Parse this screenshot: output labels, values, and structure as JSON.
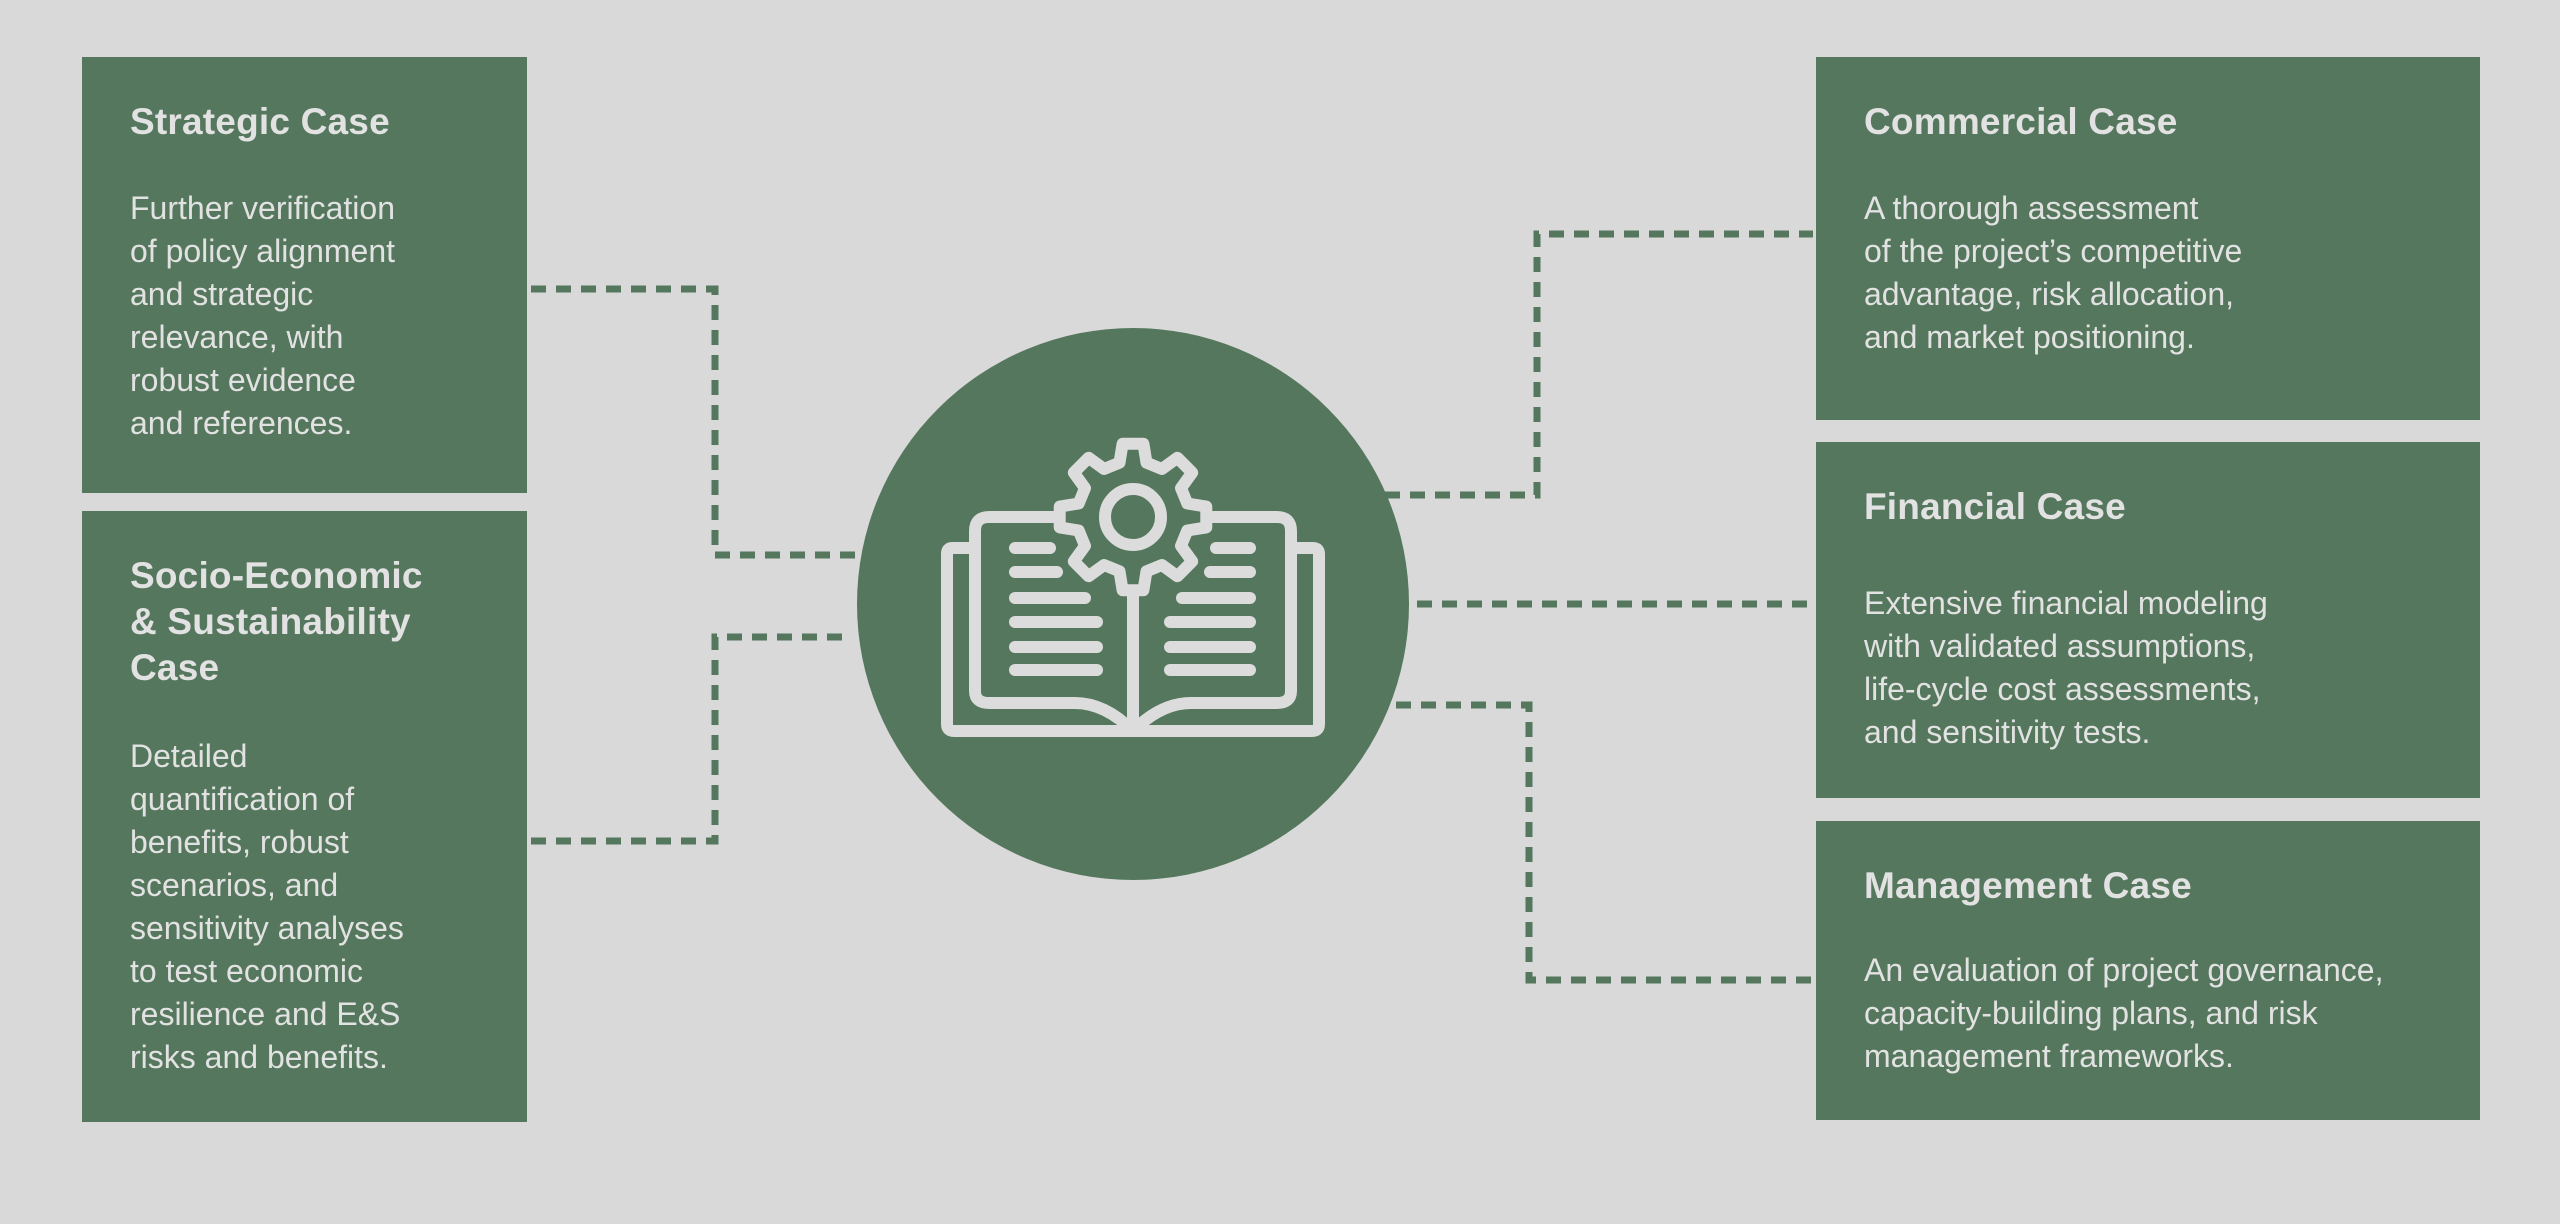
{
  "colors": {
    "background": "#d9d9d9",
    "accent": "#54775d",
    "text": "#e2e2e2"
  },
  "center": {
    "icon": "book-gear-icon"
  },
  "cases": {
    "strategic": {
      "title": "Strategic Case",
      "body": "Further verification\nof policy alignment\nand strategic\nrelevance, with\nrobust evidence\nand references."
    },
    "socio": {
      "title": "Socio-Economic\n& Sustainability\nCase",
      "body": "Detailed\nquantification of\nbenefits, robust\nscenarios, and\nsensitivity analyses\nto test economic\nresilience and E&S\nrisks and benefits."
    },
    "commercial": {
      "title": "Commercial Case",
      "body": "A thorough assessment\nof the project’s competitive\nadvantage, risk allocation,\nand market positioning."
    },
    "financial": {
      "title": "Financial Case",
      "body": "Extensive financial modeling\nwith validated assumptions,\nlife-cycle cost assessments,\nand sensitivity tests."
    },
    "management": {
      "title": "Management Case",
      "body": "An evaluation of project governance,\ncapacity-building plans, and risk\nmanagement frameworks."
    }
  }
}
